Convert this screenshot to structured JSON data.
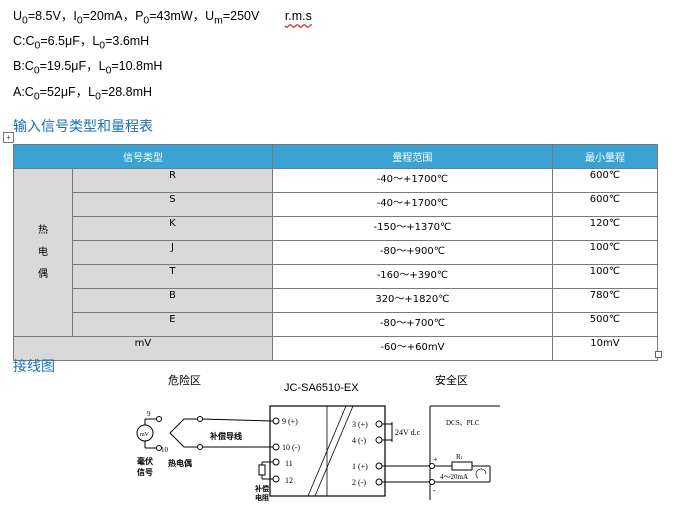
{
  "specs": {
    "line1": {
      "u0": "U",
      "u0_sub": "0",
      "u0_val": "=8.5V，I",
      "i0_sub": "0",
      "i0_val": "=20mA，P",
      "p0_sub": "0",
      "p0_val": "=43mW，U",
      "um_sub": "m",
      "um_val": "=250V",
      "rms": "r.m.s"
    },
    "line2": {
      "pre": "C:C",
      "sub1": "0",
      "mid": "=6.5μF，L",
      "sub2": "0",
      "post": "=3.6mH"
    },
    "line3": {
      "pre": "B:C",
      "sub1": "0",
      "mid": "=19.5μF，L",
      "sub2": "0",
      "post": "=10.8mH"
    },
    "line4": {
      "pre": "A:C",
      "sub1": "0",
      "mid": "=52μF，L",
      "sub2": "0",
      "post": "=28.8mH"
    }
  },
  "table_title": "输入信号类型和量程表",
  "table_anchor": "+",
  "table": {
    "headers": [
      "信号类型",
      "量程范围",
      "最小量程"
    ],
    "group_label": [
      "热",
      "电",
      "偶"
    ],
    "rows": [
      {
        "type": "R",
        "range": "-40～+1700℃",
        "min": "600℃"
      },
      {
        "type": "S",
        "range": "-40～+1700℃",
        "min": "600℃"
      },
      {
        "type": "K",
        "range": "-150～+1370℃",
        "min": "120℃"
      },
      {
        "type": "J",
        "range": "-80～+900℃",
        "min": "100℃"
      },
      {
        "type": "T",
        "range": "-160～+390℃",
        "min": "100℃"
      },
      {
        "type": "B",
        "range": "320～+1820℃",
        "min": "780℃"
      },
      {
        "type": "E",
        "range": "-80～+700℃",
        "min": "500℃"
      }
    ],
    "mv_row": {
      "type": "mV",
      "range": "-60～+60mV",
      "min": "10mV"
    }
  },
  "wiring_title": "接线图",
  "diagram": {
    "zone_hazard": "危险区",
    "model": "JC-SA6510-EX",
    "zone_safe": "安全区",
    "terminals_left": [
      "9 (+)",
      "10 (-)",
      "11",
      "12"
    ],
    "terminals_right": [
      "3 (+)",
      "4 (-)",
      "1 (+)",
      "2 (-)"
    ],
    "mv_source": "mV",
    "mv_label": [
      "毫伏",
      "信号"
    ],
    "thermocouple": "热电偶",
    "comp_wire": "补偿导线",
    "comp_resistor": [
      "补偿",
      "电阻"
    ],
    "supply": "24V d.c",
    "dcs": "DCS、PLC",
    "resistor": "Rₗ",
    "current": "4～20mA",
    "pin_9": "9",
    "pin_10": "10",
    "plus": "+",
    "minus": "-"
  }
}
